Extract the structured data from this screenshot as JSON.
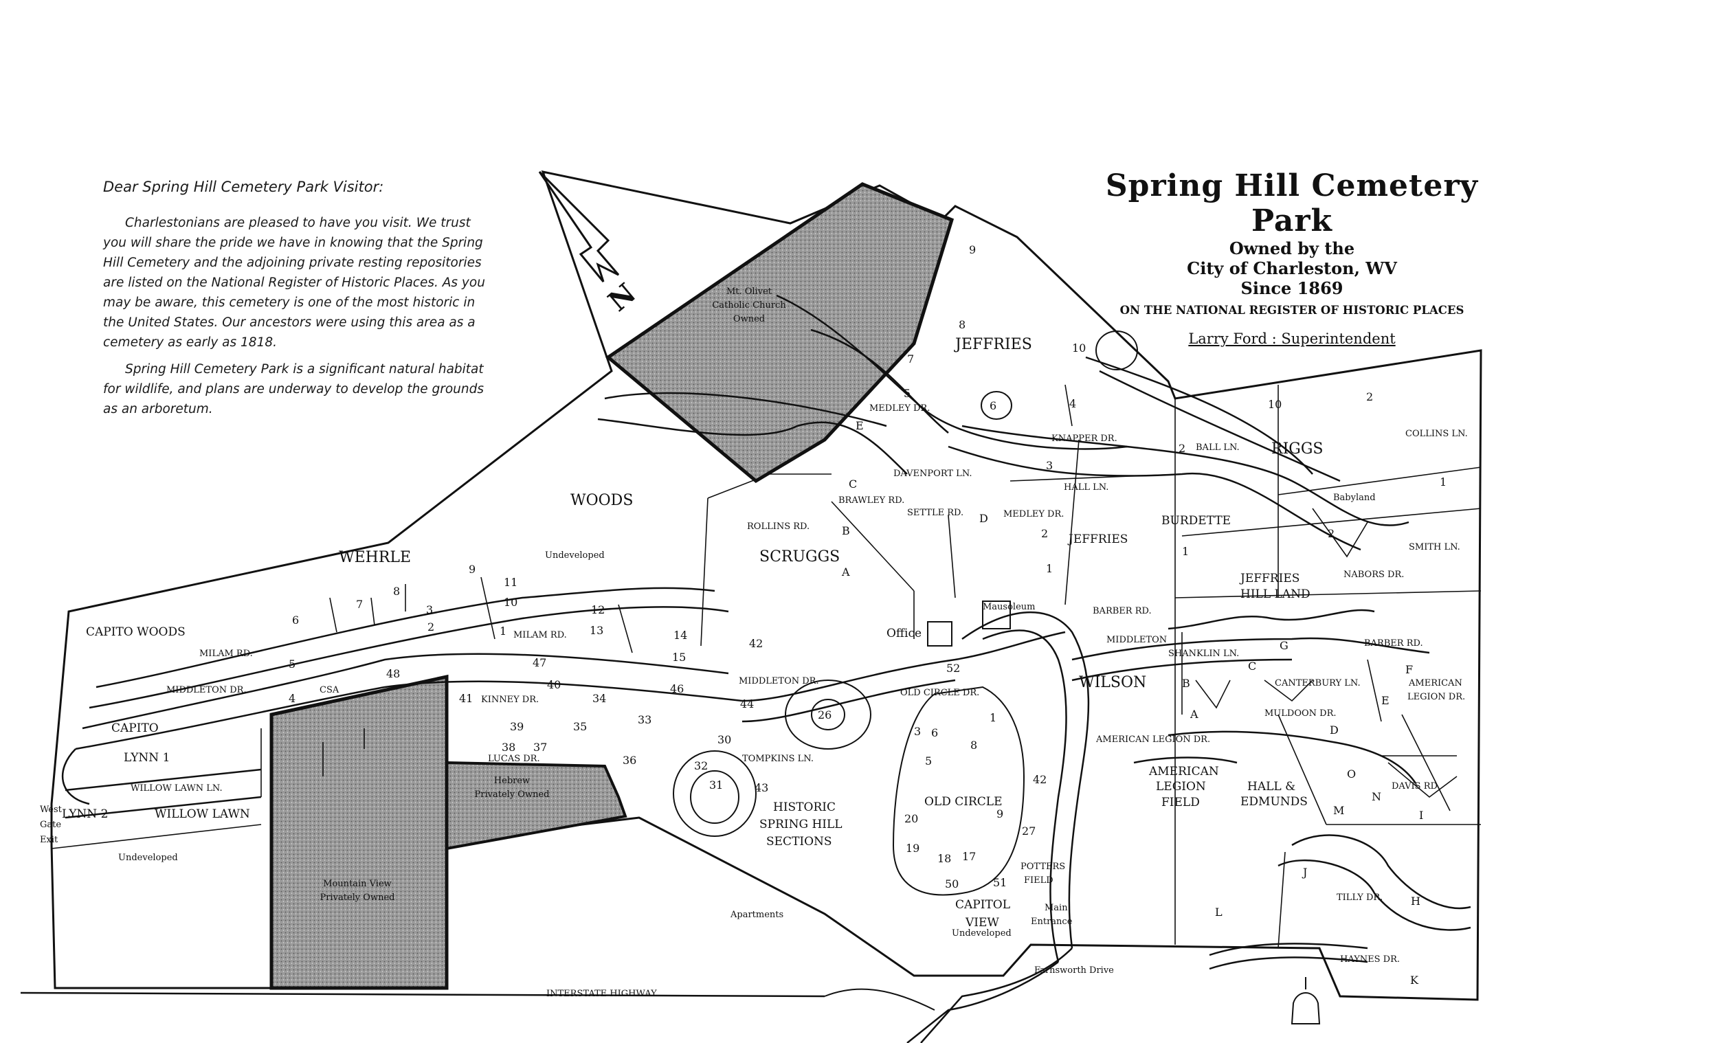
{
  "letter": {
    "greeting": "Dear Spring Hill Cemetery Park Visitor:",
    "paragraph_1": "Charlestonians are pleased to have you visit. We trust you will share the pride we have in knowing that the Spring Hill Cemetery and the adjoining private resting repositories are listed on the National Register of Historic Places. As you may be aware, this cemetery is one of the most historic in the United States. Our ancestors were using this area as a cemetery as early as 1818.",
    "paragraph_2": "Spring Hill Cemetery Park is a significant natural habitat for wildlife, and plans are underway to develop the grounds as an arboretum."
  },
  "header": {
    "title": "Spring Hill Cemetery Park",
    "owned_by": "Owned by the",
    "city": "City of Charleston, WV",
    "since": "Since 1869",
    "register": "ON THE NATIONAL REGISTER OF HISTORIC PLACES",
    "superintendent": "Larry Ford : Superintendent"
  },
  "compass": {
    "north_label": "N",
    "icon": "north-arrow-icon"
  },
  "private_areas": {
    "mt_olivet": [
      "Mt. Olivet",
      "Catholic Church",
      "Owned"
    ],
    "hebrew": [
      "Hebrew",
      "Privately Owned"
    ],
    "mountain_view": [
      "Mountain View",
      "Privately Owned"
    ]
  },
  "labels": {
    "sections": [
      {
        "id": "jeffries-top",
        "text": "JEFFRIES"
      },
      {
        "id": "riggs",
        "text": "RIGGS"
      },
      {
        "id": "woods",
        "text": "WOODS"
      },
      {
        "id": "scruggs",
        "text": "SCRUGGS"
      },
      {
        "id": "wehrle",
        "text": "WEHRLE"
      },
      {
        "id": "burdette",
        "text": "BURDETTE"
      },
      {
        "id": "jeffries-mid",
        "text": "JEFFRIES"
      },
      {
        "id": "jeffries-hill-1",
        "text": "JEFFRIES"
      },
      {
        "id": "jeffries-hill-2",
        "text": "HILL LAND"
      },
      {
        "id": "capito-woods",
        "text": "CAPITO WOODS"
      },
      {
        "id": "wilson",
        "text": "WILSON"
      },
      {
        "id": "capito",
        "text": "CAPITO"
      },
      {
        "id": "lynn1",
        "text": "LYNN 1"
      },
      {
        "id": "lynn2",
        "text": "LYNN 2"
      },
      {
        "id": "willow-lawn",
        "text": "WILLOW LAWN"
      },
      {
        "id": "american-legion-1",
        "text": "AMERICAN"
      },
      {
        "id": "american-legion-2",
        "text": "LEGION"
      },
      {
        "id": "american-legion-3",
        "text": "FIELD"
      },
      {
        "id": "hall-edmunds-1",
        "text": "HALL &"
      },
      {
        "id": "hall-edmunds-2",
        "text": "EDMUNDS"
      },
      {
        "id": "historic-1",
        "text": "HISTORIC"
      },
      {
        "id": "historic-2",
        "text": "SPRING HILL"
      },
      {
        "id": "historic-3",
        "text": "SECTIONS"
      },
      {
        "id": "old-circle",
        "text": "OLD CIRCLE"
      },
      {
        "id": "capitol-view-1",
        "text": "CAPITOL"
      },
      {
        "id": "capitol-view-2",
        "text": "VIEW"
      }
    ],
    "roads": [
      {
        "id": "medley-dr",
        "text": "MEDLEY DR."
      },
      {
        "id": "knapper-dr",
        "text": "KNAPPER DR."
      },
      {
        "id": "ball-ln",
        "text": "BALL LN."
      },
      {
        "id": "collins-ln",
        "text": "COLLINS LN."
      },
      {
        "id": "davenport-ln",
        "text": "DAVENPORT LN."
      },
      {
        "id": "hall-ln",
        "text": "HALL LN."
      },
      {
        "id": "brawley-rd",
        "text": "BRAWLEY RD."
      },
      {
        "id": "settle-rd",
        "text": "SETTLE RD."
      },
      {
        "id": "medley-dr-2",
        "text": "MEDLEY DR."
      },
      {
        "id": "rollins-rd",
        "text": "ROLLINS RD."
      },
      {
        "id": "smith-ln",
        "text": "SMITH LN."
      },
      {
        "id": "nabors-dr",
        "text": "NABORS DR."
      },
      {
        "id": "barber-rd",
        "text": "BARBER RD."
      },
      {
        "id": "barber-rd-2",
        "text": "BARBER RD."
      },
      {
        "id": "middleton",
        "text": "MIDDLETON"
      },
      {
        "id": "milam-rd",
        "text": "MILAM RD."
      },
      {
        "id": "milam-rd-2",
        "text": "MILAM RD."
      },
      {
        "id": "middleton-dr",
        "text": "MIDDLETON DR."
      },
      {
        "id": "middleton-dr-2",
        "text": "MIDDLETON DR."
      },
      {
        "id": "kinney-dr",
        "text": "KINNEY DR."
      },
      {
        "id": "lucas-dr",
        "text": "LUCAS DR."
      },
      {
        "id": "tompkins-ln",
        "text": "TOMPKINS LN."
      },
      {
        "id": "old-circle-dr",
        "text": "OLD CIRCLE DR."
      },
      {
        "id": "shanklin-ln",
        "text": "SHANKLIN LN."
      },
      {
        "id": "canterbury-ln",
        "text": "CANTERBURY LN."
      },
      {
        "id": "muldoon-dr",
        "text": "MULDOON DR."
      },
      {
        "id": "american-legion-dr",
        "text": "AMERICAN LEGION DR."
      },
      {
        "id": "american-legion-dr-2a",
        "text": "AMERICAN"
      },
      {
        "id": "american-legion-dr-2b",
        "text": "LEGION DR."
      },
      {
        "id": "davis-rd",
        "text": "DAVIS RD."
      },
      {
        "id": "tilly-dr",
        "text": "TILLY DR."
      },
      {
        "id": "haynes-dr",
        "text": "HAYNES DR."
      },
      {
        "id": "willow-lawn-ln",
        "text": "WILLOW LAWN LN."
      },
      {
        "id": "interstate",
        "text": "INTERSTATE HIGHWAY"
      },
      {
        "id": "farnsworth",
        "text": "Farnsworth Drive"
      }
    ],
    "places": [
      {
        "id": "mausoleum",
        "text": "Mausoleum"
      },
      {
        "id": "office",
        "text": "Office"
      },
      {
        "id": "babyland",
        "text": "Babyland"
      },
      {
        "id": "csa",
        "text": "CSA"
      },
      {
        "id": "potters-1",
        "text": "POTTERS"
      },
      {
        "id": "potters-2",
        "text": "FIELD"
      },
      {
        "id": "main-entrance-1",
        "text": "Main"
      },
      {
        "id": "main-entrance-2",
        "text": "Entrance"
      },
      {
        "id": "apartments",
        "text": "Apartments"
      },
      {
        "id": "undeveloped-1",
        "text": "Undeveloped"
      },
      {
        "id": "undeveloped-2",
        "text": "Undeveloped"
      },
      {
        "id": "undeveloped-3",
        "text": "Undeveloped"
      },
      {
        "id": "west-1",
        "text": "West"
      },
      {
        "id": "west-2",
        "text": "Gate"
      },
      {
        "id": "west-3",
        "text": "Exit"
      }
    ],
    "numbers": [
      {
        "id": "n9",
        "text": "9"
      },
      {
        "id": "n8",
        "text": "8"
      },
      {
        "id": "n10",
        "text": "10"
      },
      {
        "id": "n7",
        "text": "7"
      },
      {
        "id": "n5",
        "text": "5"
      },
      {
        "id": "n6",
        "text": "6"
      },
      {
        "id": "n4",
        "text": "4"
      },
      {
        "id": "n3",
        "text": "3"
      },
      {
        "id": "n2a",
        "text": "2"
      },
      {
        "id": "n10b",
        "text": "10"
      },
      {
        "id": "n2b",
        "text": "2"
      },
      {
        "id": "n1a",
        "text": "1"
      },
      {
        "id": "n2c",
        "text": "2"
      },
      {
        "id": "n2d",
        "text": "2"
      },
      {
        "id": "n1b",
        "text": "1"
      },
      {
        "id": "n1c",
        "text": "1"
      },
      {
        "id": "n9b",
        "text": "9"
      },
      {
        "id": "n11",
        "text": "11"
      },
      {
        "id": "n10c",
        "text": "10"
      },
      {
        "id": "n12",
        "text": "12"
      },
      {
        "id": "n13",
        "text": "13"
      },
      {
        "id": "n14",
        "text": "14"
      },
      {
        "id": "n15",
        "text": "15"
      },
      {
        "id": "n42",
        "text": "42"
      },
      {
        "id": "n8b",
        "text": "8"
      },
      {
        "id": "n7b",
        "text": "7"
      },
      {
        "id": "n6b",
        "text": "6"
      },
      {
        "id": "n3b",
        "text": "3"
      },
      {
        "id": "n2e",
        "text": "2"
      },
      {
        "id": "n1d",
        "text": "1"
      },
      {
        "id": "n5b",
        "text": "5"
      },
      {
        "id": "n4b",
        "text": "4"
      },
      {
        "id": "n48",
        "text": "48"
      },
      {
        "id": "n47",
        "text": "47"
      },
      {
        "id": "n41",
        "text": "41"
      },
      {
        "id": "n40",
        "text": "40"
      },
      {
        "id": "n34",
        "text": "34"
      },
      {
        "id": "n46",
        "text": "46"
      },
      {
        "id": "n44",
        "text": "44"
      },
      {
        "id": "n39",
        "text": "39"
      },
      {
        "id": "n35",
        "text": "35"
      },
      {
        "id": "n33",
        "text": "33"
      },
      {
        "id": "n38",
        "text": "38"
      },
      {
        "id": "n37",
        "text": "37"
      },
      {
        "id": "n36",
        "text": "36"
      },
      {
        "id": "n30",
        "text": "30"
      },
      {
        "id": "n32",
        "text": "32"
      },
      {
        "id": "n31",
        "text": "31"
      },
      {
        "id": "n43",
        "text": "43"
      },
      {
        "id": "n26",
        "text": "26"
      },
      {
        "id": "n52",
        "text": "52"
      },
      {
        "id": "n42b",
        "text": "42"
      },
      {
        "id": "n27",
        "text": "27"
      },
      {
        "id": "n20",
        "text": "20"
      },
      {
        "id": "n19",
        "text": "19"
      },
      {
        "id": "n18",
        "text": "18"
      },
      {
        "id": "n17",
        "text": "17"
      },
      {
        "id": "n50",
        "text": "50"
      },
      {
        "id": "n51",
        "text": "51"
      },
      {
        "id": "n3c",
        "text": "3"
      },
      {
        "id": "n6c",
        "text": "6"
      },
      {
        "id": "n5c",
        "text": "5"
      },
      {
        "id": "n8c",
        "text": "8"
      },
      {
        "id": "n1e",
        "text": "1"
      },
      {
        "id": "n9c",
        "text": "9"
      }
    ],
    "letters": [
      {
        "id": "lE",
        "text": "E"
      },
      {
        "id": "lC",
        "text": "C"
      },
      {
        "id": "lB",
        "text": "B"
      },
      {
        "id": "lA",
        "text": "A"
      },
      {
        "id": "lD",
        "text": "D"
      },
      {
        "id": "lG",
        "text": "G"
      },
      {
        "id": "lF",
        "text": "F"
      },
      {
        "id": "lC2",
        "text": "C"
      },
      {
        "id": "lB2",
        "text": "B"
      },
      {
        "id": "lA2",
        "text": "A"
      },
      {
        "id": "lE2",
        "text": "E"
      },
      {
        "id": "lD2",
        "text": "D"
      },
      {
        "id": "lO",
        "text": "O"
      },
      {
        "id": "lN",
        "text": "N"
      },
      {
        "id": "lM",
        "text": "M"
      },
      {
        "id": "lI",
        "text": "I"
      },
      {
        "id": "lJ",
        "text": "J"
      },
      {
        "id": "lL",
        "text": "L"
      },
      {
        "id": "lH",
        "text": "H"
      },
      {
        "id": "lK",
        "text": "K"
      }
    ]
  },
  "colors": {
    "ink": "#111111",
    "private_fill": "#8a8a8a",
    "paper": "#ffffff"
  }
}
